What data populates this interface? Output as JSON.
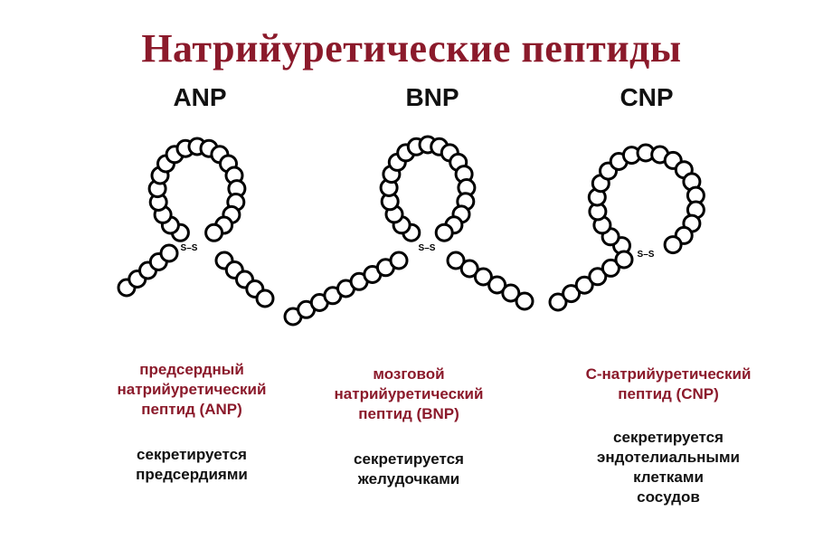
{
  "title": "Натрийуретические пептиды",
  "peptides": [
    {
      "label": "ANP",
      "bond": "S–S",
      "name_lines": [
        "предсердный",
        "натрийуретический",
        "пептид (ANP)"
      ],
      "secretion_lines": [
        "секретируется",
        "предсердиями"
      ]
    },
    {
      "label": "BNP",
      "bond": "S–S",
      "name_lines": [
        "мозговой",
        "натрийуретический",
        "пептид (BNP)"
      ],
      "secretion_lines": [
        "секретируется",
        "желудочками"
      ]
    },
    {
      "label": "CNP",
      "bond": "S–S",
      "name_lines": [
        "С-натрийуретический",
        "пептид (CNP)"
      ],
      "secretion_lines": [
        "секретируется",
        "эндотелиальными",
        "клетками",
        "сосудов"
      ]
    }
  ]
}
